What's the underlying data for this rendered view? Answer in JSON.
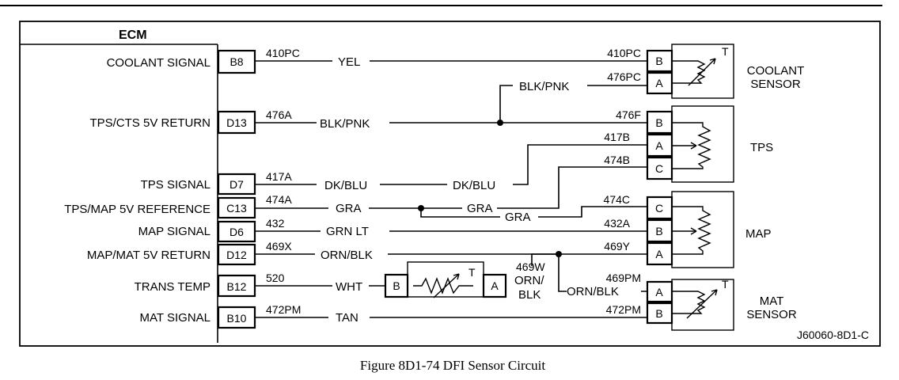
{
  "ecm": {
    "title": "ECM",
    "terminals": [
      {
        "signal": "COOLANT SIGNAL",
        "pin": "B8"
      },
      {
        "signal": "TPS/CTS 5V RETURN",
        "pin": "D13"
      },
      {
        "signal": "TPS SIGNAL",
        "pin": "D7"
      },
      {
        "signal": "TPS/MAP 5V REFERENCE",
        "pin": "C13"
      },
      {
        "signal": "MAP SIGNAL",
        "pin": "D6"
      },
      {
        "signal": "MAP/MAT 5V RETURN",
        "pin": "D12"
      },
      {
        "signal": "TRANS TEMP",
        "pin": "B12"
      },
      {
        "signal": "MAT SIGNAL",
        "pin": "B10"
      }
    ]
  },
  "wires": {
    "w410pc_ecm": "410PC",
    "yel": "YEL",
    "w410pc_sensor": "410PC",
    "blkpnk_branch": "BLK/PNK",
    "w476pc": "476PC",
    "w476a": "476A",
    "blkpnk_main": "BLK/PNK",
    "w476f": "476F",
    "w417b": "417B",
    "w474b": "474B",
    "w417a": "417A",
    "dkblu_1": "DK/BLU",
    "dkblu_2": "DK/BLU",
    "w474a": "474A",
    "gra_1": "GRA",
    "gra_2": "GRA",
    "gra_3": "GRA",
    "w474c": "474C",
    "w432": "432",
    "grnlt": "GRN LT",
    "w432a": "432A",
    "w469x": "469X",
    "ornblk_main": "ORN/BLK",
    "w469y": "469Y",
    "w469w": "469W",
    "ornslash": "ORN/",
    "blk": "BLK",
    "w469pm": "469PM",
    "ornblk_mat": "ORN/BLK",
    "w520": "520",
    "wht": "WHT",
    "w472pm_ecm": "472PM",
    "tan": "TAN",
    "w472pm_sensor": "472PM"
  },
  "sensors": {
    "coolant": {
      "name_line1": "COOLANT",
      "name_line2": "SENSOR",
      "pins": [
        "B",
        "A"
      ],
      "symbol": "T"
    },
    "tps": {
      "name": "TPS",
      "pins": [
        "B",
        "A",
        "C"
      ]
    },
    "map": {
      "name": "MAP",
      "pins": [
        "C",
        "B",
        "A"
      ]
    },
    "mat": {
      "name_line1": "MAT",
      "name_line2": "SENSOR",
      "pins": [
        "A",
        "B"
      ],
      "symbol": "T"
    },
    "trans": {
      "pin_left": "B",
      "pin_right": "A",
      "symbol": "T"
    }
  },
  "figure": {
    "ref_code": "J60060-8D1-C",
    "caption": "Figure 8D1-74  DFI Sensor Circuit"
  }
}
